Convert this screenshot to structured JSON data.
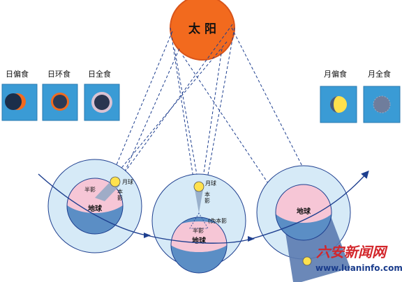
{
  "sun": {
    "label": "太 阳",
    "color": "#f26a1e"
  },
  "solar_eclipse_types": [
    {
      "id": "partial",
      "label": "日偏食"
    },
    {
      "id": "annular",
      "label": "日环食"
    },
    {
      "id": "total",
      "label": "日全食"
    }
  ],
  "lunar_eclipse_types": [
    {
      "id": "partial",
      "label": "月偏食"
    },
    {
      "id": "total",
      "label": "月全食"
    }
  ],
  "scene_left": {
    "earth_label": "地球",
    "moon_label": "月球",
    "penumbra_label": "半影",
    "umbra_label": "本\n影"
  },
  "scene_middle": {
    "earth_label": "地球",
    "moon_label": "月球",
    "penumbra_label": "半影",
    "umbra_label": "本\n影",
    "antumbra_label": "(伪本影"
  },
  "scene_right": {
    "earth_label": "地球"
  },
  "watermark": {
    "brand": "六安新闻网",
    "url": "www.luaninfo.com"
  },
  "colors": {
    "panel_blue": "#3a9bd5",
    "atmosphere": "#d6eaf7",
    "earth_pink": "#f6c6d6",
    "earth_blue": "#5b8ec5",
    "moon_yellow": "#ffe14d",
    "orbit_line": "#1e3f8f"
  }
}
